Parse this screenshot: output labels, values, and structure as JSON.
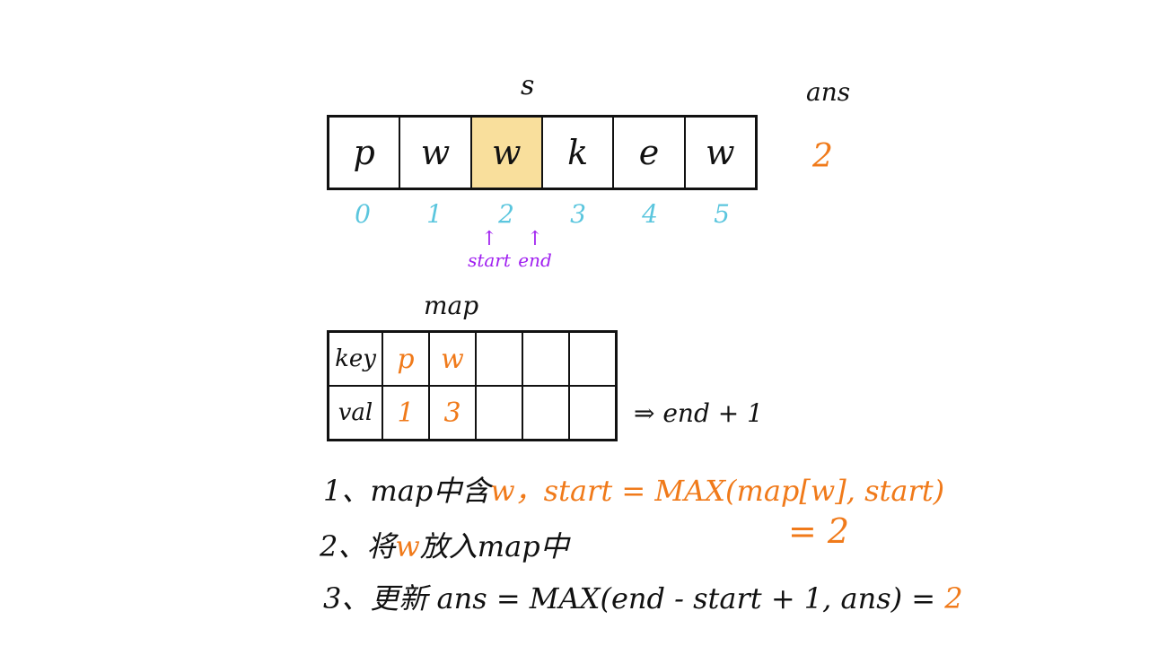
{
  "s_label": "s",
  "ans": {
    "label": "ans",
    "value": "2"
  },
  "s_chars": [
    "p",
    "w",
    "w",
    "k",
    "e",
    "w"
  ],
  "indices": [
    "0",
    "1",
    "2",
    "3",
    "4",
    "5"
  ],
  "highlighted_index": 2,
  "pointers": {
    "start": "start",
    "end": "end",
    "arrow": "↑"
  },
  "map": {
    "label": "map",
    "key_header": "key",
    "val_header": "val",
    "keys": [
      "p",
      "w",
      "",
      "",
      ""
    ],
    "vals": [
      "1",
      "3",
      "",
      "",
      ""
    ]
  },
  "end_plus_one": "⇒ end + 1",
  "steps": {
    "step1_prefix": "1、map中含",
    "step1_char": "w",
    "step1_expr": "，start = MAX(map[w], start)",
    "step1_result": "= 2",
    "step2_prefix": "2、将",
    "step2_char": "w",
    "step2_suffix": "放入map中",
    "step3_text": "3、更新 ans = MAX(end - start + 1, ans) = ",
    "step3_result": "2"
  },
  "colors": {
    "highlight": "#f9df9c",
    "index": "#5bc6de",
    "pointer": "#a020f0",
    "accent": "#f07a1a"
  }
}
